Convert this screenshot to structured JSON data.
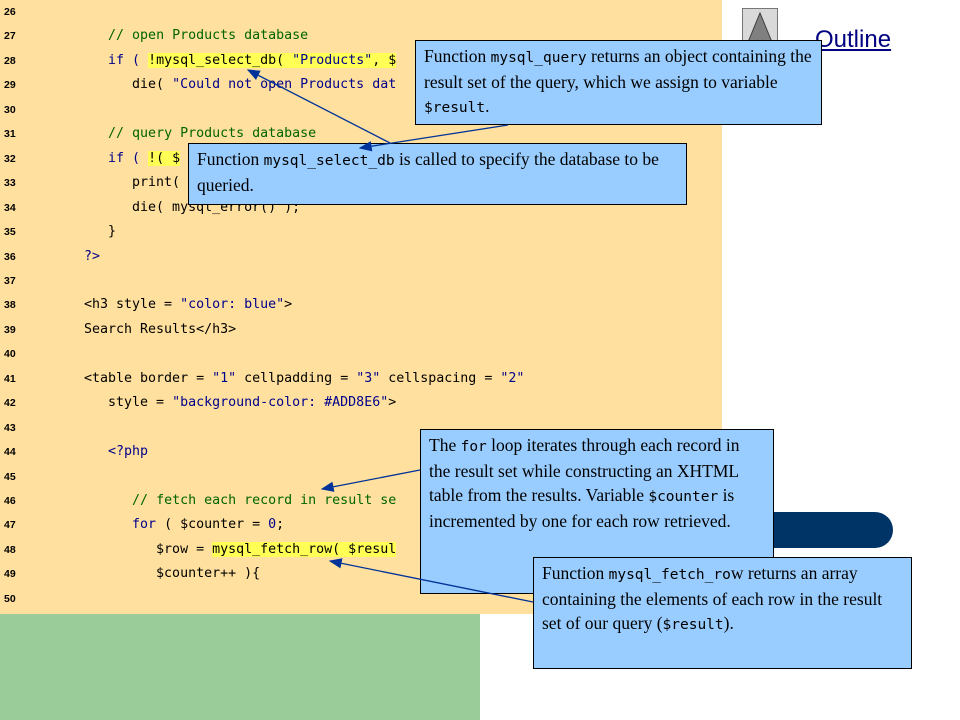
{
  "code_lines": [
    {
      "n": "26",
      "segs": []
    },
    {
      "n": "27",
      "segs": [
        {
          "t": "   ",
          "c": ""
        },
        {
          "t": "// open Products database",
          "c": "cmt"
        }
      ]
    },
    {
      "n": "28",
      "segs": [
        {
          "t": "   ",
          "c": ""
        },
        {
          "t": "if ( ",
          "c": "kw"
        },
        {
          "t": "!mysql_select_db( ",
          "c": "hl"
        },
        {
          "t": "\"Products\"",
          "c": "hl str"
        },
        {
          "t": ", $",
          "c": "hl"
        }
      ]
    },
    {
      "n": "29",
      "segs": [
        {
          "t": "      die( ",
          "c": ""
        },
        {
          "t": "\"Could not open Products dat",
          "c": "str"
        }
      ]
    },
    {
      "n": "30",
      "segs": []
    },
    {
      "n": "31",
      "segs": [
        {
          "t": "   ",
          "c": ""
        },
        {
          "t": "// query Products database",
          "c": "cmt"
        }
      ]
    },
    {
      "n": "32",
      "segs": [
        {
          "t": "   ",
          "c": ""
        },
        {
          "t": "if ( ",
          "c": "kw"
        },
        {
          "t": "!( $",
          "c": "hl"
        }
      ]
    },
    {
      "n": "33",
      "segs": [
        {
          "t": "      print(",
          "c": ""
        }
      ]
    },
    {
      "n": "34",
      "segs": [
        {
          "t": "      die( mysql_error() );",
          "c": ""
        }
      ]
    },
    {
      "n": "35",
      "segs": [
        {
          "t": "   }",
          "c": ""
        }
      ]
    },
    {
      "n": "36",
      "segs": [
        {
          "t": "?>",
          "c": "kw"
        }
      ]
    },
    {
      "n": "37",
      "segs": []
    },
    {
      "n": "38",
      "segs": [
        {
          "t": "<h3 style = ",
          "c": ""
        },
        {
          "t": "\"color: blue\"",
          "c": "str"
        },
        {
          "t": ">",
          "c": ""
        }
      ]
    },
    {
      "n": "39",
      "segs": [
        {
          "t": "Search Results</h3>",
          "c": ""
        }
      ]
    },
    {
      "n": "40",
      "segs": []
    },
    {
      "n": "41",
      "segs": [
        {
          "t": "<table border = ",
          "c": ""
        },
        {
          "t": "\"1\"",
          "c": "str"
        },
        {
          "t": " cellpadding = ",
          "c": ""
        },
        {
          "t": "\"3\"",
          "c": "str"
        },
        {
          "t": " cellspacing = ",
          "c": ""
        },
        {
          "t": "\"2\"",
          "c": "str"
        }
      ]
    },
    {
      "n": "42",
      "segs": [
        {
          "t": "   style = ",
          "c": ""
        },
        {
          "t": "\"background-color: #ADD8E6\"",
          "c": "str"
        },
        {
          "t": ">",
          "c": ""
        }
      ]
    },
    {
      "n": "43",
      "segs": []
    },
    {
      "n": "44",
      "segs": [
        {
          "t": "   <?php",
          "c": "kw"
        }
      ]
    },
    {
      "n": "45",
      "segs": []
    },
    {
      "n": "46",
      "segs": [
        {
          "t": "      ",
          "c": ""
        },
        {
          "t": "// fetch each record in result se",
          "c": "cmt"
        }
      ]
    },
    {
      "n": "47",
      "segs": [
        {
          "t": "      ",
          "c": ""
        },
        {
          "t": "for",
          "c": "kw"
        },
        {
          "t": " ( $counter = ",
          "c": ""
        },
        {
          "t": "0",
          "c": "str"
        },
        {
          "t": ";",
          "c": ""
        }
      ]
    },
    {
      "n": "48",
      "segs": [
        {
          "t": "         $row = ",
          "c": ""
        },
        {
          "t": "mysql_fetch_row( $resul",
          "c": "hl"
        }
      ]
    },
    {
      "n": "49",
      "segs": [
        {
          "t": "         $counter++ ){",
          "c": ""
        }
      ]
    },
    {
      "n": "50",
      "segs": []
    }
  ],
  "outline_label": "Outline",
  "callouts": {
    "query": [
      {
        "t": "Function ",
        "m": false
      },
      {
        "t": "mysql_query",
        "m": true
      },
      {
        "t": " returns an object containing the result set of the query, which we assign to variable ",
        "m": false
      },
      {
        "t": "$result",
        "m": true
      },
      {
        "t": ".",
        "m": false
      }
    ],
    "select_db": [
      {
        "t": "Function ",
        "m": false
      },
      {
        "t": "mysql_select_db",
        "m": true
      },
      {
        "t": " is called to specify the database to be queried.",
        "m": false
      }
    ],
    "for_loop": [
      {
        "t": "The ",
        "m": false
      },
      {
        "t": "for",
        "m": true
      },
      {
        "t": " loop iterates through each record in the result set while constructing an XHTML table from the results. Variable ",
        "m": false
      },
      {
        "t": "$counter",
        "m": true
      },
      {
        "t": " is incremented by one for each row retrieved.",
        "m": false
      }
    ],
    "fetch_row": [
      {
        "t": "Function ",
        "m": false
      },
      {
        "t": "mysql_fetch_ro",
        "m": true
      },
      {
        "t": "w returns an array containing the elements of each row in the result set of our query (",
        "m": false
      },
      {
        "t": "$result",
        "m": true
      },
      {
        "t": ").",
        "m": false
      }
    ]
  },
  "colors": {
    "code_bg": "#ffe09e",
    "left_panel": "#99cc99",
    "callout_bg": "#99ccff",
    "highlight": "#ffff55",
    "nav_bar": "#003366",
    "outline_link": "#000080"
  }
}
